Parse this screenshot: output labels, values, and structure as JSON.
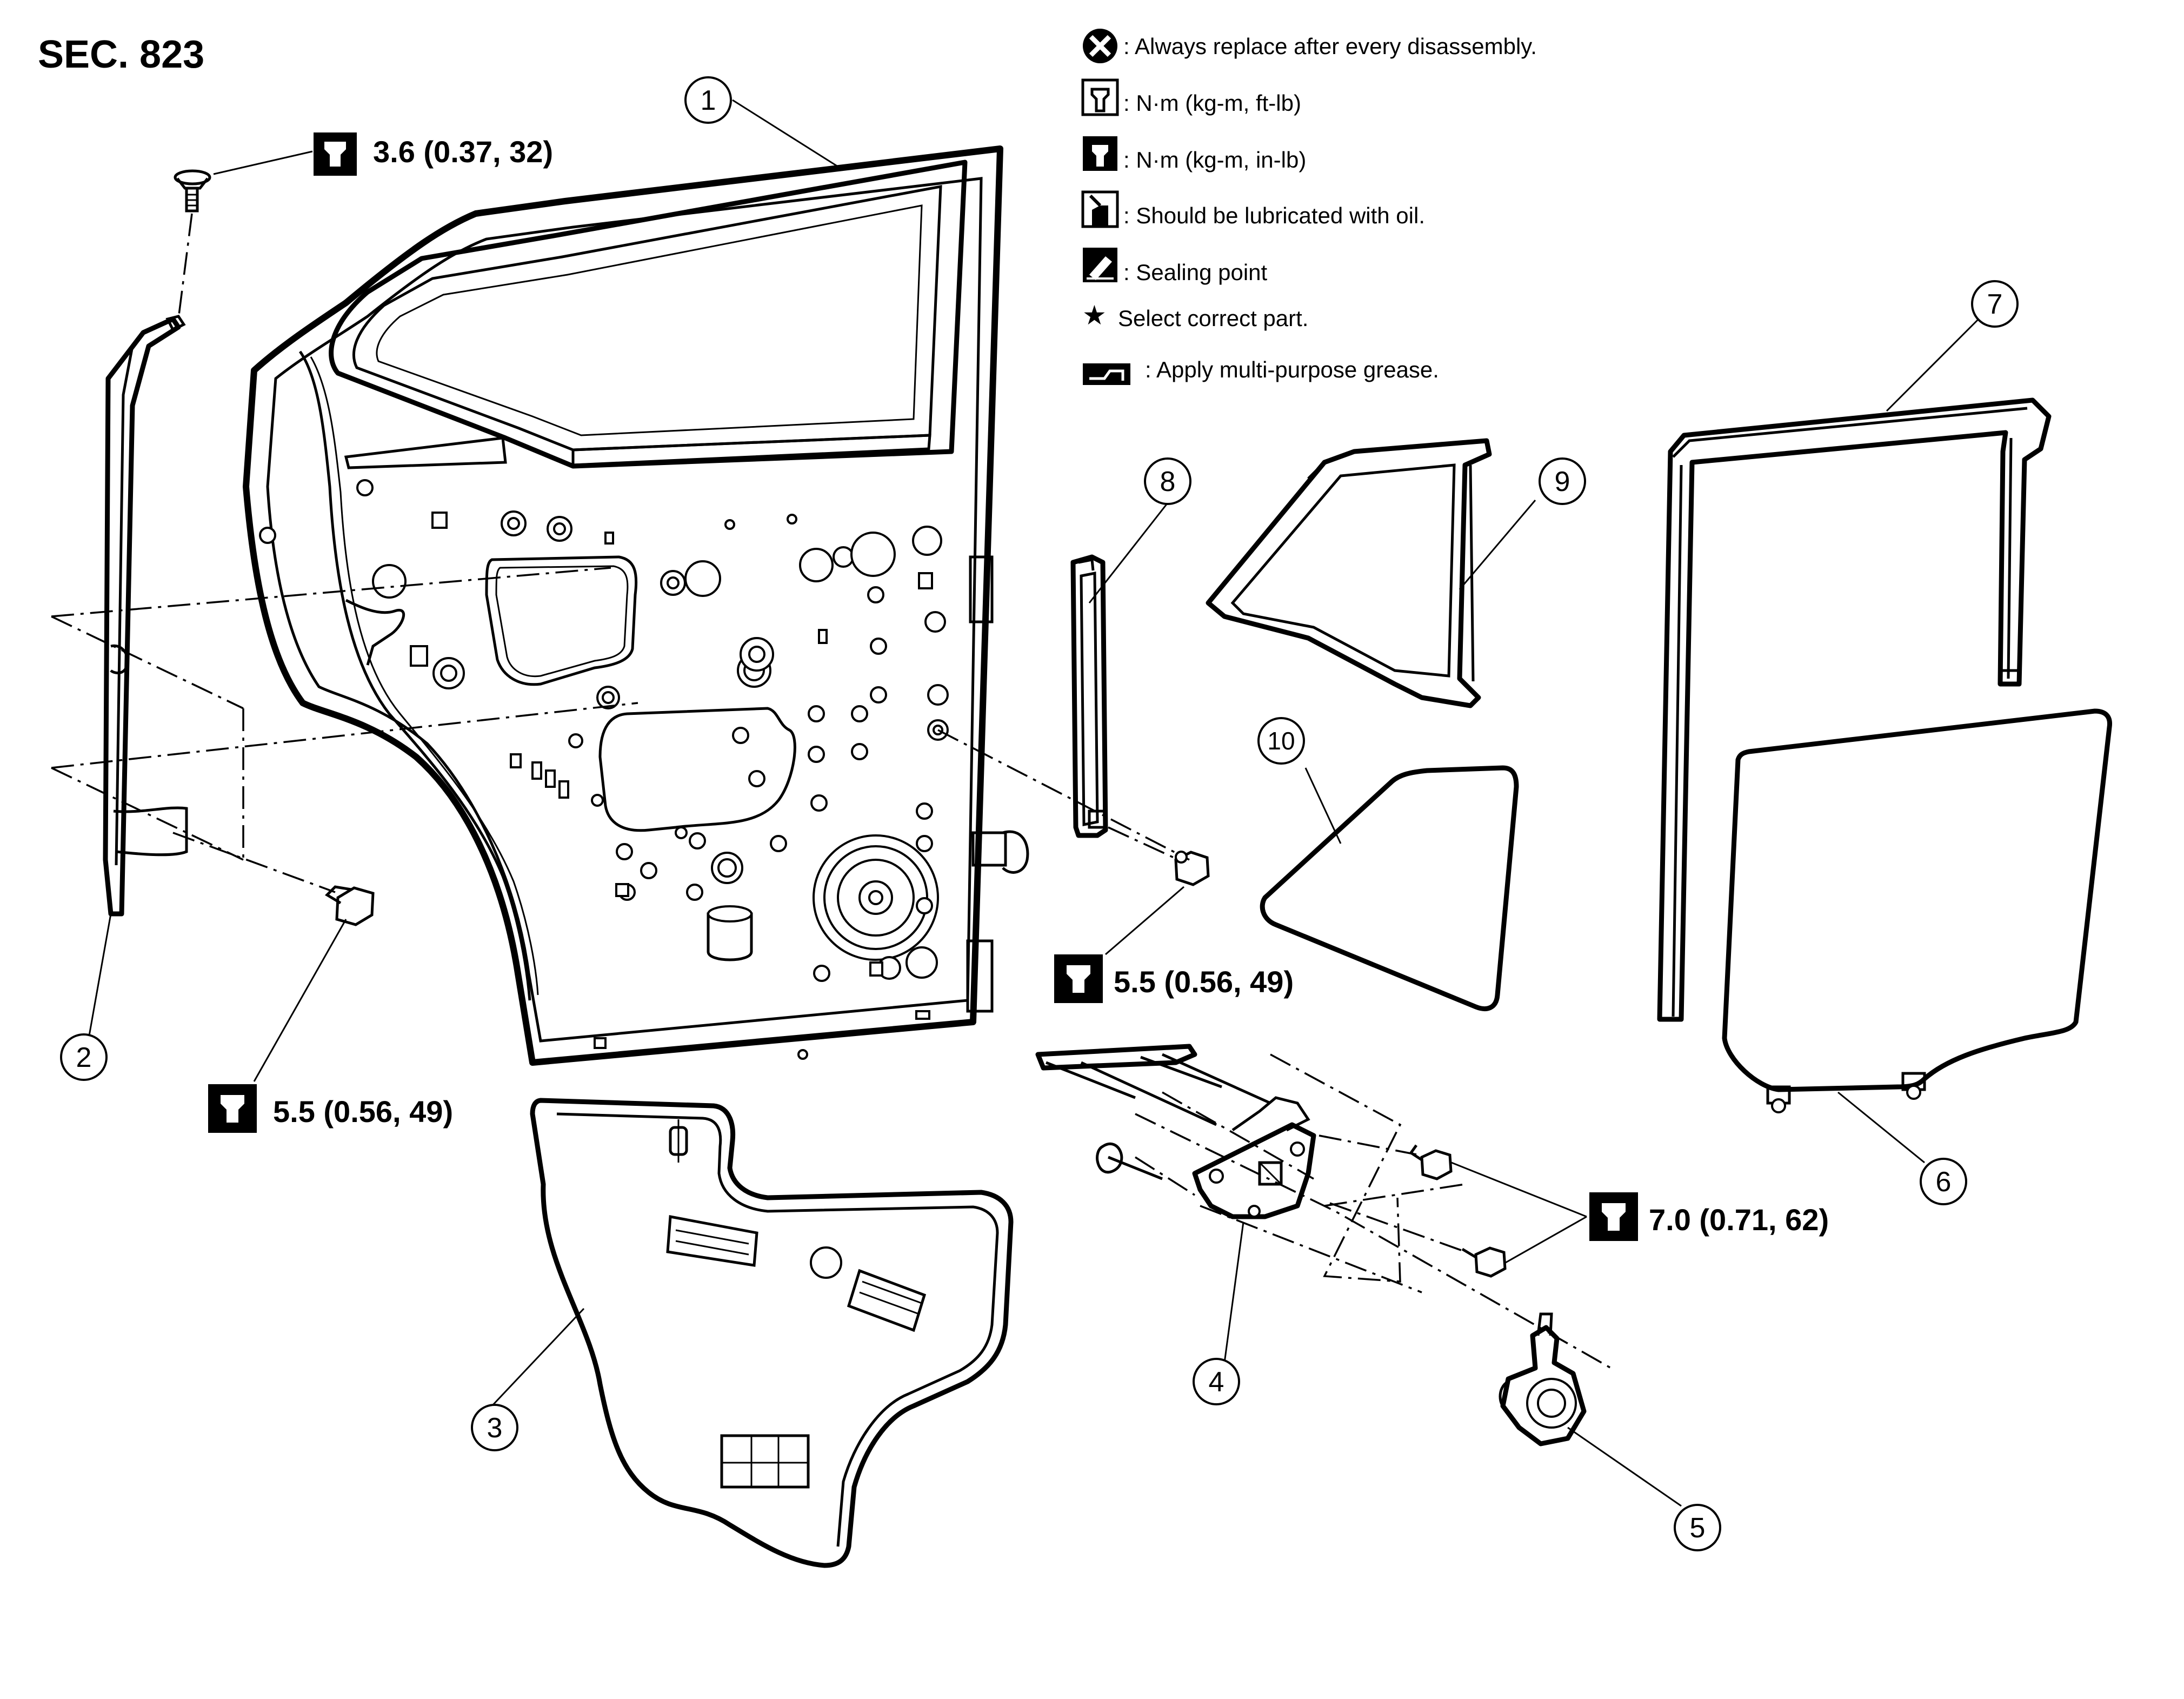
{
  "section_title": "SEC. 823",
  "legend": {
    "items": [
      {
        "icon": "always-replace-icon",
        "text": ": Always replace after every disassembly."
      },
      {
        "icon": "torque-wrench-ftlb-icon",
        "text": ": N·m (kg-m, ft-lb)"
      },
      {
        "icon": "torque-wrench-inlb-icon",
        "text": ": N·m (kg-m, in-lb)"
      },
      {
        "icon": "oil-can-icon",
        "text": ": Should be lubricated with oil."
      },
      {
        "icon": "sealing-point-icon",
        "text": ": Sealing point"
      },
      {
        "icon": "star-icon",
        "text": "Select correct part."
      },
      {
        "icon": "grease-icon",
        "text": ": Apply multi-purpose grease."
      }
    ]
  },
  "torque_specs": {
    "screw_top": "3.6 (0.37, 32)",
    "bolt_left": "5.5 (0.56, 49)",
    "bolt_center": "5.5 (0.56, 49)",
    "bolts_regulator": "7.0 (0.71, 62)"
  },
  "callouts": [
    "1",
    "2",
    "3",
    "4",
    "5",
    "6",
    "7",
    "8",
    "9",
    "10"
  ],
  "colors": {
    "line": "#000000",
    "background": "#ffffff"
  }
}
